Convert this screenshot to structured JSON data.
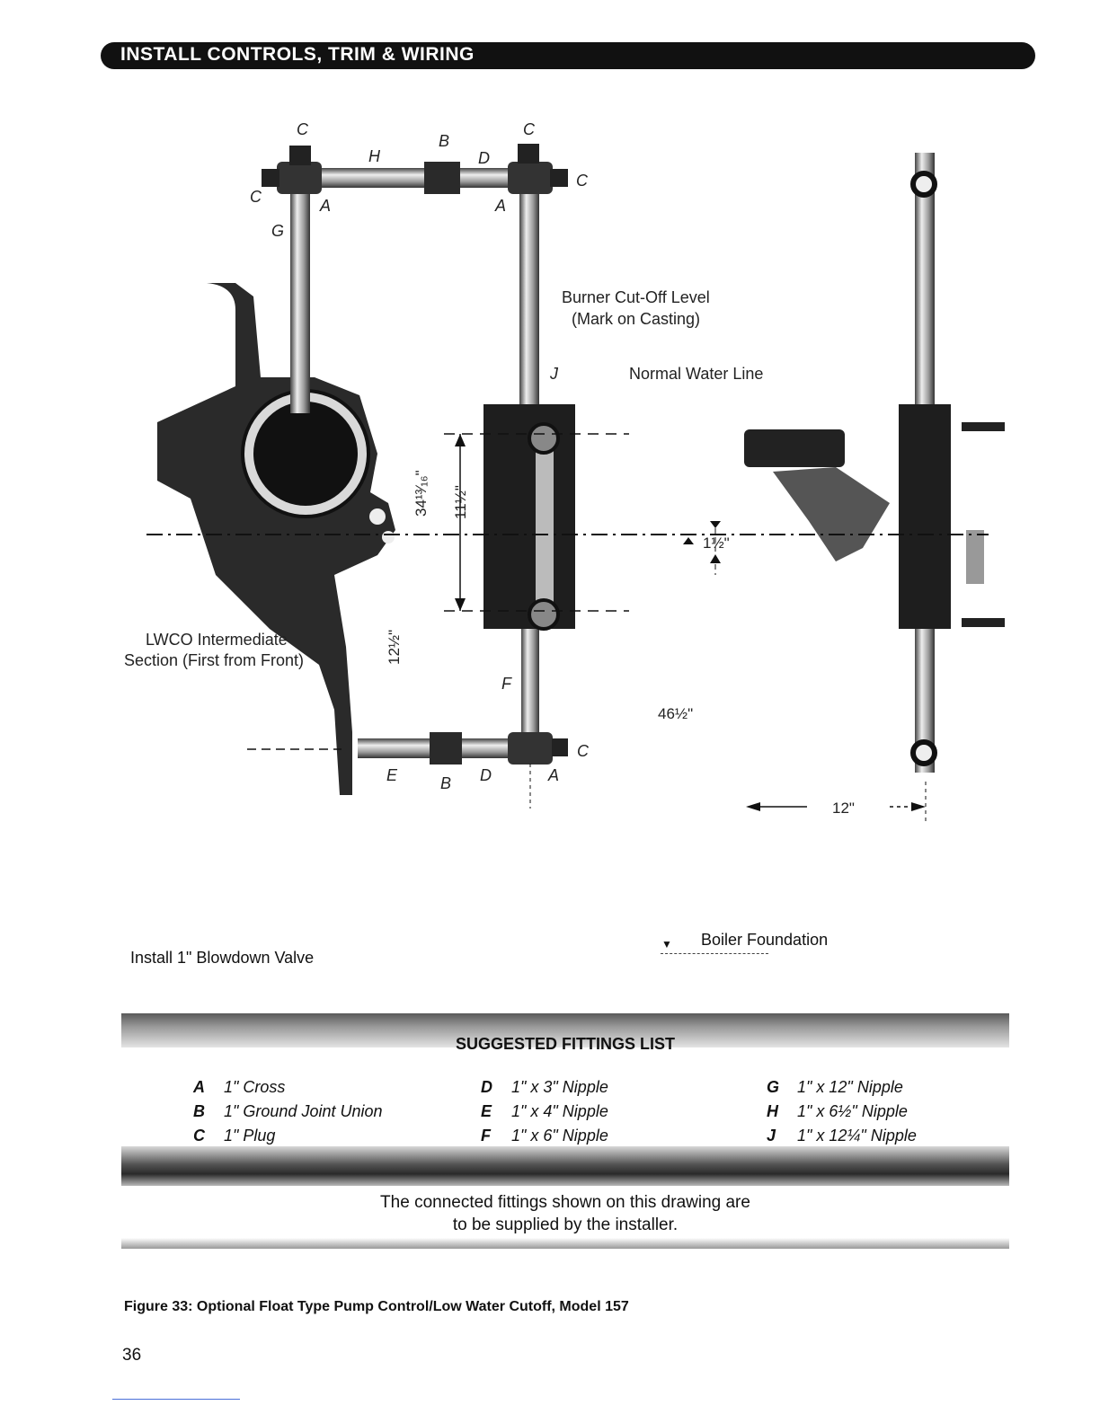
{
  "header": {
    "title": "INSTALL CONTROLS, TRIM & WIRING"
  },
  "diagram": {
    "labels": {
      "burner_cutoff": "Burner Cut-Off Level",
      "mark_on_casting": "(Mark on Casting)",
      "normal_water_line": "Normal Water Line",
      "lwco_line1": "LWCO Intermediate",
      "lwco_line2": "Section (First from Front)",
      "blowdown": "Install 1\" Blowdown Valve",
      "boiler_foundation": "Boiler Foundation"
    },
    "dimensions": {
      "d_34": "34¹³⁄₁₆\"",
      "d_11": "11½\"",
      "d_12a": "12½\"",
      "d_1": "1½\"",
      "d_46": "46½\"",
      "d_12": "12\""
    },
    "letters": {
      "a": "A",
      "b": "B",
      "c": "C",
      "d": "D",
      "e": "E",
      "f": "F",
      "g": "G",
      "h": "H",
      "j": "J"
    }
  },
  "fittings": {
    "title": "SUGGESTED FITTINGS LIST",
    "items": [
      {
        "key": "A",
        "desc": "1\" Cross"
      },
      {
        "key": "B",
        "desc": "1\" Ground Joint Union"
      },
      {
        "key": "C",
        "desc": "1\" Plug"
      },
      {
        "key": "D",
        "desc": "1\" x 3\" Nipple"
      },
      {
        "key": "E",
        "desc": "1\" x 4\" Nipple"
      },
      {
        "key": "F",
        "desc": "1\" x 6\" Nipple"
      },
      {
        "key": "G",
        "desc": "1\" x 12\" Nipple"
      },
      {
        "key": "H",
        "desc": "1\" x 6½\" Nipple"
      },
      {
        "key": "J",
        "desc": "1\" x 12¼\" Nipple"
      }
    ],
    "note_line1": "The connected fittings shown on this drawing are",
    "note_line2": "to be supplied by the installer."
  },
  "caption": "Figure 33: Optional Float Type Pump Control/Low Water Cutoff, Model 157",
  "page_number": "36"
}
